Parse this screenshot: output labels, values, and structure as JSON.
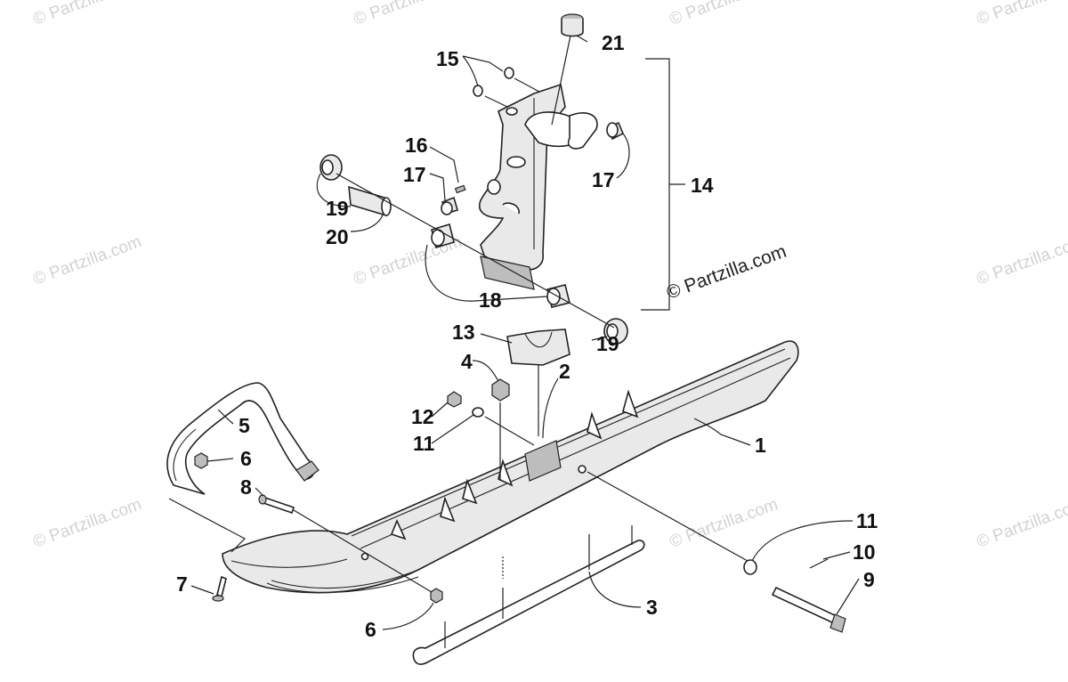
{
  "watermark": {
    "text": "© Partzilla.com",
    "overlay_text": "© Partzilla.com"
  },
  "callouts": [
    {
      "id": "c1",
      "label": "1"
    },
    {
      "id": "c2",
      "label": "2"
    },
    {
      "id": "c3",
      "label": "3"
    },
    {
      "id": "c4",
      "label": "4"
    },
    {
      "id": "c5",
      "label": "5"
    },
    {
      "id": "c6a",
      "label": "6"
    },
    {
      "id": "c6b",
      "label": "6"
    },
    {
      "id": "c7",
      "label": "7"
    },
    {
      "id": "c8",
      "label": "8"
    },
    {
      "id": "c9",
      "label": "9"
    },
    {
      "id": "c10",
      "label": "10"
    },
    {
      "id": "c11a",
      "label": "11"
    },
    {
      "id": "c11b",
      "label": "11"
    },
    {
      "id": "c12",
      "label": "12"
    },
    {
      "id": "c13",
      "label": "13"
    },
    {
      "id": "c14",
      "label": "14"
    },
    {
      "id": "c15",
      "label": "15"
    },
    {
      "id": "c16",
      "label": "16"
    },
    {
      "id": "c17a",
      "label": "17"
    },
    {
      "id": "c17b",
      "label": "17"
    },
    {
      "id": "c18",
      "label": "18"
    },
    {
      "id": "c19a",
      "label": "19"
    },
    {
      "id": "c19b",
      "label": "19"
    },
    {
      "id": "c20",
      "label": "20"
    },
    {
      "id": "c21",
      "label": "21"
    }
  ]
}
